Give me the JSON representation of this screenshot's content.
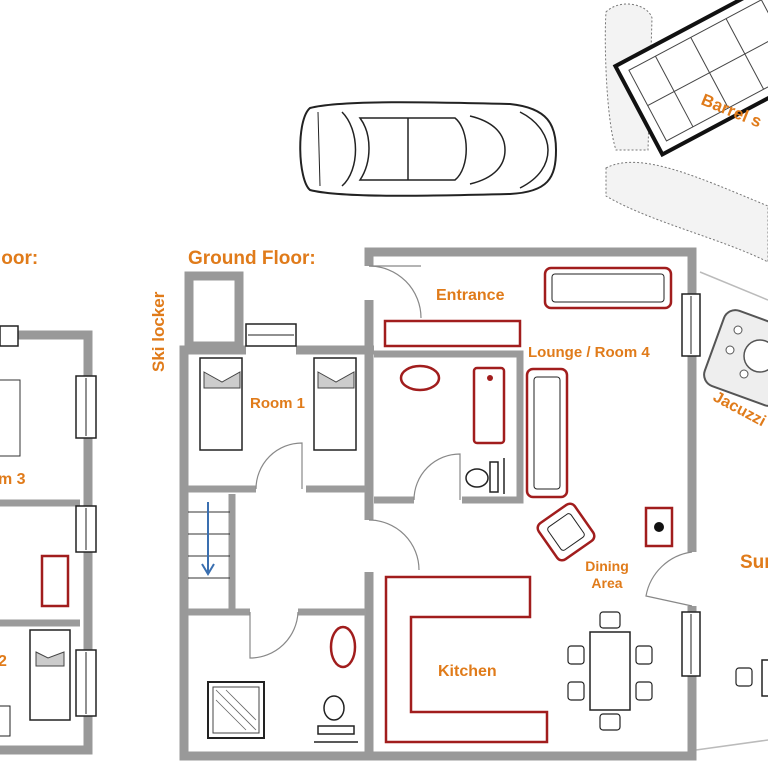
{
  "labels": {
    "first_floor_partial": "loor:",
    "ground_floor": "Ground Floor:",
    "ski_locker": "Ski locker",
    "entrance": "Entrance",
    "lounge": "Lounge / Room 4",
    "room1": "Room 1",
    "room3_partial": "m 3",
    "room2_partial": "2",
    "kitchen": "Kitchen",
    "dining_line1": "Dining",
    "dining_line2": "Area",
    "barrel_partial": "Barrel s",
    "jacuzzi_partial": "Jacuzzi",
    "sun_partial": "Sun"
  },
  "colors": {
    "label": "#e07b1a",
    "wall": "#999999",
    "furniture": "#a11d1d",
    "arrow": "#3a6fb0"
  }
}
